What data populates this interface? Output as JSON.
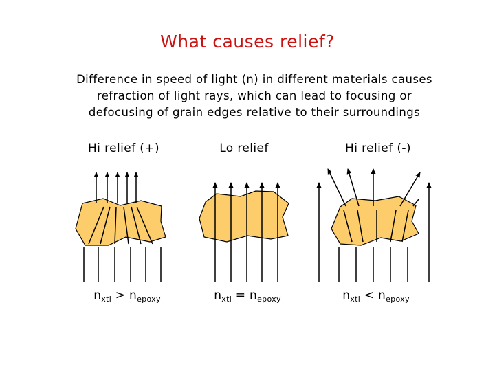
{
  "title": "What causes relief?",
  "title_color": "#cc1111",
  "description": [
    "Difference in speed of light (n) in different materials causes",
    "refraction of light rays, which can lead to focusing or",
    "defocusing of grain edges relative to their surroundings"
  ],
  "grain_color": "#fccd6a",
  "panels": [
    {
      "label": "Hi relief (+)",
      "formula": {
        "n": "n",
        "sub1": "xtl",
        "op": " > ",
        "n2": "n",
        "sub2": "epoxy"
      }
    },
    {
      "label": "Lo relief",
      "formula": {
        "n": "n",
        "sub1": "xtl",
        "op": " = ",
        "n2": "n",
        "sub2": "epoxy"
      }
    },
    {
      "label": "Hi relief (-)",
      "formula": {
        "n": "n",
        "sub1": "xtl",
        "op": " < ",
        "n2": "n",
        "sub2": "epoxy"
      }
    }
  ]
}
